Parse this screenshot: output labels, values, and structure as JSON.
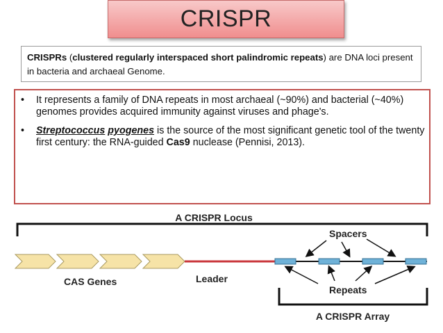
{
  "title": "CRISPR",
  "definition": {
    "term": "CRISPRs",
    "open_paren": " (",
    "expansion": "clustered regularly interspaced short palindromic repeats",
    "rest": ") are DNA  loci present in bacteria and archaeal Genome."
  },
  "bullets": [
    {
      "marker": "•",
      "text": "It represents a family of DNA repeats in most archaeal (~90%) and bacterial (~40%) genomes provides acquired immunity against viruses and phage's."
    },
    {
      "marker": "•",
      "species_genus": "Streptococcus",
      "species_name": "pyogenes",
      "mid": "  is the source of the most significant genetic tool of the twenty first century: the RNA-guided ",
      "enzyme": "Cas9",
      "tail": " nuclease (Pennisi, 2013)."
    }
  ],
  "diagram": {
    "locus_label": "A CRISPR Locus",
    "spacers_label": "Spacers",
    "cas_label": "CAS Genes",
    "leader_label": "Leader",
    "repeats_label": "Repeats",
    "array_label": "A CRISPR Array"
  },
  "colors": {
    "title_bg": "#f4a9a9",
    "border_red": "#c0504d",
    "cas_fill": "#f6e3a7",
    "leader": "#c9343a",
    "repeat_fill": "#6fb2d8"
  }
}
